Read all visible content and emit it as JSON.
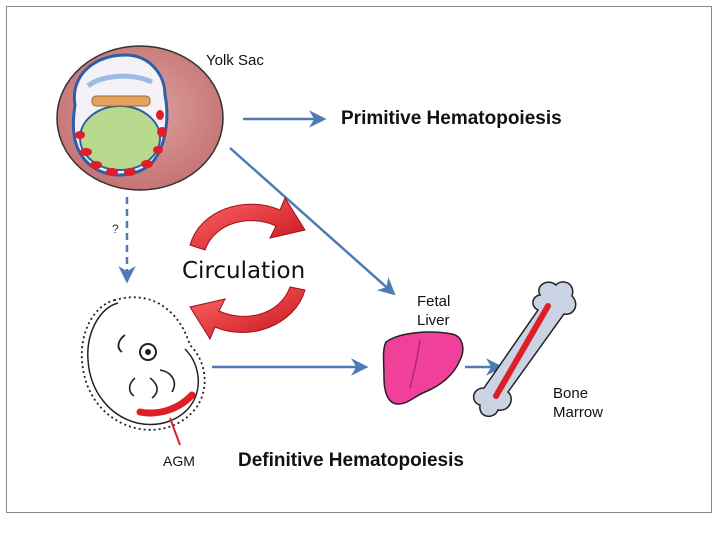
{
  "labels": {
    "yolk_sac": "Yolk Sac",
    "primitive": "Primitive Hematopoiesis",
    "definitive": "Definitive Hematopoiesis",
    "circulation": "Circulation",
    "question": "?",
    "fetal_liver_1": "Fetal",
    "fetal_liver_2": "Liver",
    "bone_marrow_1": "Bone",
    "bone_marrow_2": "Marrow",
    "agm": "AGM"
  },
  "colors": {
    "arrow": "#4f7bb5",
    "blood": "#e01e28",
    "yolk_outer": "#c97b7b",
    "yolk_inner_green": "#b9d98e",
    "liver": "#f0409a",
    "bone": "#c9d3e3",
    "circulation_arrow": "#e8262c"
  },
  "icons": [
    "yolk-sac-icon",
    "embryo-icon",
    "fetal-liver-icon",
    "bone-icon",
    "circulation-arrows-icon"
  ]
}
